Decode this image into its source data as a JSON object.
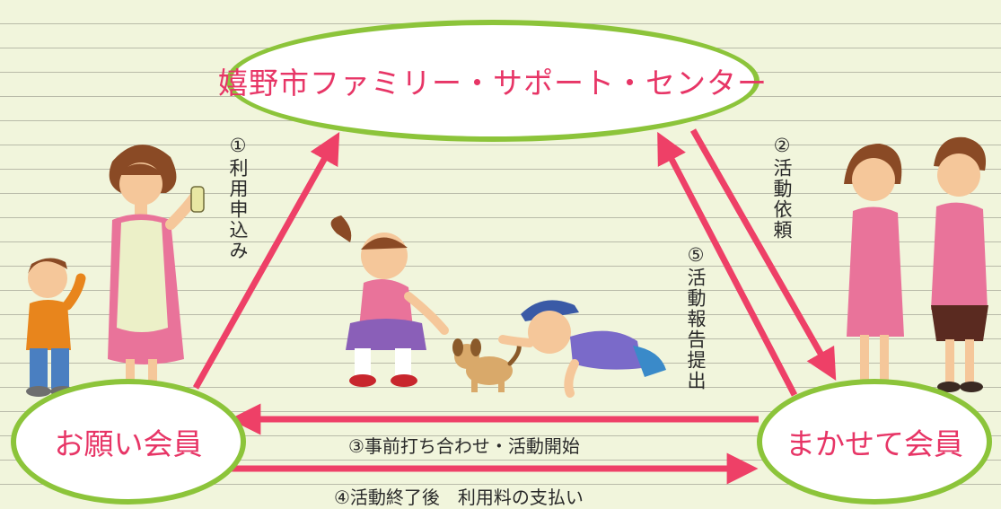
{
  "nodes": {
    "center": "嬉野市ファミリー・サポート・センター",
    "requester": "お願い会員",
    "provider": "まかせて会員"
  },
  "steps": {
    "step1": "①利用申込み",
    "step2": "②活動依頼",
    "step3": "③事前打ち合わせ・活動開始",
    "step4": "④活動終了後　利用料の支払い",
    "step5": "⑤活動報告提出"
  },
  "colors": {
    "background": "#f1f5dc",
    "rule_lines": "#b9bba9",
    "node_border": "#8cc43a",
    "node_text": "#e73566",
    "arrow": "#ee4067"
  },
  "icons": [
    "mother-with-phone-illustration",
    "boy-illustration",
    "girl-playing-illustration",
    "boy-crawling-illustration",
    "dog-illustration",
    "two-women-illustration"
  ]
}
